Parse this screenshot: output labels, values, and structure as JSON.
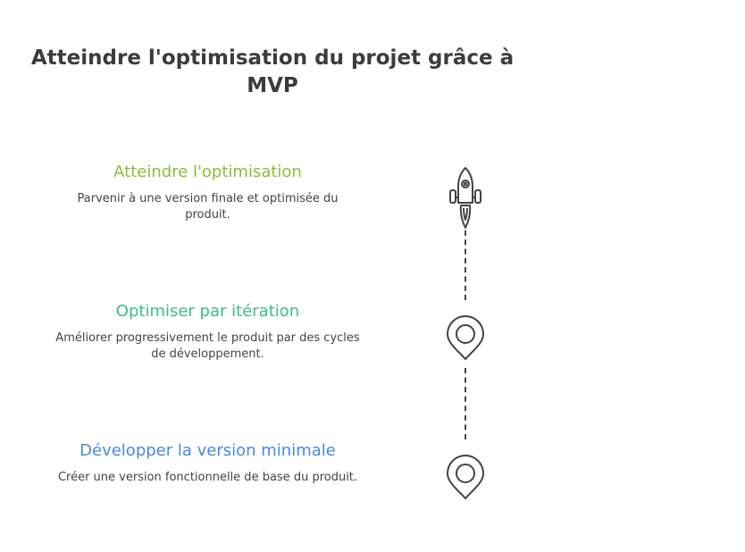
{
  "title": "Atteindre l'optimisation du projet grâce à MVP",
  "colors": {
    "step1": "#8cbb3c",
    "step2": "#3cc083",
    "step3": "#4a88e6",
    "icon": "#444444"
  },
  "steps": [
    {
      "heading": "Atteindre l'optimisation",
      "description": "Parvenir à une version finale et optimisée du produit.",
      "icon": "rocket-icon"
    },
    {
      "heading": "Optimiser par itération",
      "description": "Améliorer progressivement le produit par des cycles de développement.",
      "icon": "map-pin-icon"
    },
    {
      "heading": "Développer la version minimale",
      "description": "Créer une version fonctionnelle de base du produit.",
      "icon": "map-pin-icon"
    }
  ]
}
